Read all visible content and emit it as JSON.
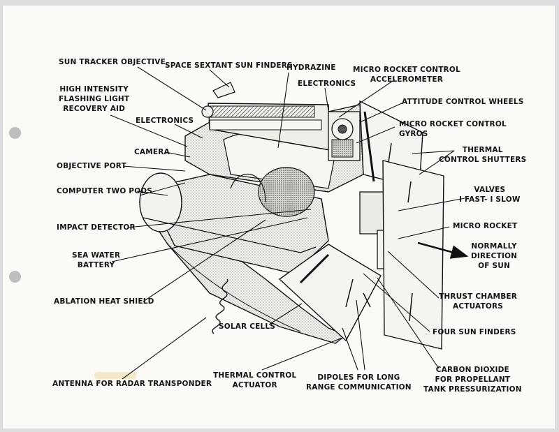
{
  "labels": {
    "sun_tracker_objective": "SUN TRACKER OBJECTIVE",
    "space_sextant_sun_finders": "SPACE SEXTANT SUN FINDERS",
    "hydrazine": "HYDRAZINE",
    "micro_rocket_control_accelerometer": "MICRO ROCKET CONTROL\nACCELEROMETER",
    "electronics_top": "ELECTRONICS",
    "high_intensity_flashing_light": "HIGH INTENSITY\nFLASHING LIGHT\nRECOVERY AID",
    "attitude_control_wheels": "ATTITUDE CONTROL WHEELS",
    "electronics_left": "ELECTRONICS",
    "micro_rocket_control_gyros": "MICRO ROCKET CONTROL\nGYROS",
    "camera": "CAMERA",
    "thermal_control_shutters": "THERMAL\nCONTROL SHUTTERS",
    "objective_port": "OBJECTIVE PORT",
    "computer_two_pods": "COMPUTER TWO PODS",
    "valves": "VALVES\nI FAST- I SLOW",
    "impact_detector": "IMPACT DETECTOR",
    "micro_rocket": "MICRO ROCKET",
    "normally_direction_of_sun": "NORMALLY\nDIRECTION\nOF SUN",
    "sea_water_battery": "SEA WATER\nBATTERY",
    "ablation_heat_shield": "ABLATION HEAT SHIELD",
    "thrust_chamber_actuators": "THRUST CHAMBER\nACTUATORS",
    "solar_cells": "SOLAR CELLS",
    "four_sun_finders": "FOUR SUN FINDERS",
    "carbon_dioxide": "CARBON DIOXIDE\nFOR PROPELLANT\nTANK PRESSURIZATION",
    "thermal_control_actuator": "THERMAL CONTROL\nACTUATOR",
    "dipoles": "DIPOLES FOR LONG\nRANGE COMMUNICATION",
    "antenna": "ANTENNA FOR RADAR TRANSPONDER"
  },
  "colors": {
    "background": "#dedcde",
    "paper": "#fbfaf6",
    "ink": "#141414"
  }
}
